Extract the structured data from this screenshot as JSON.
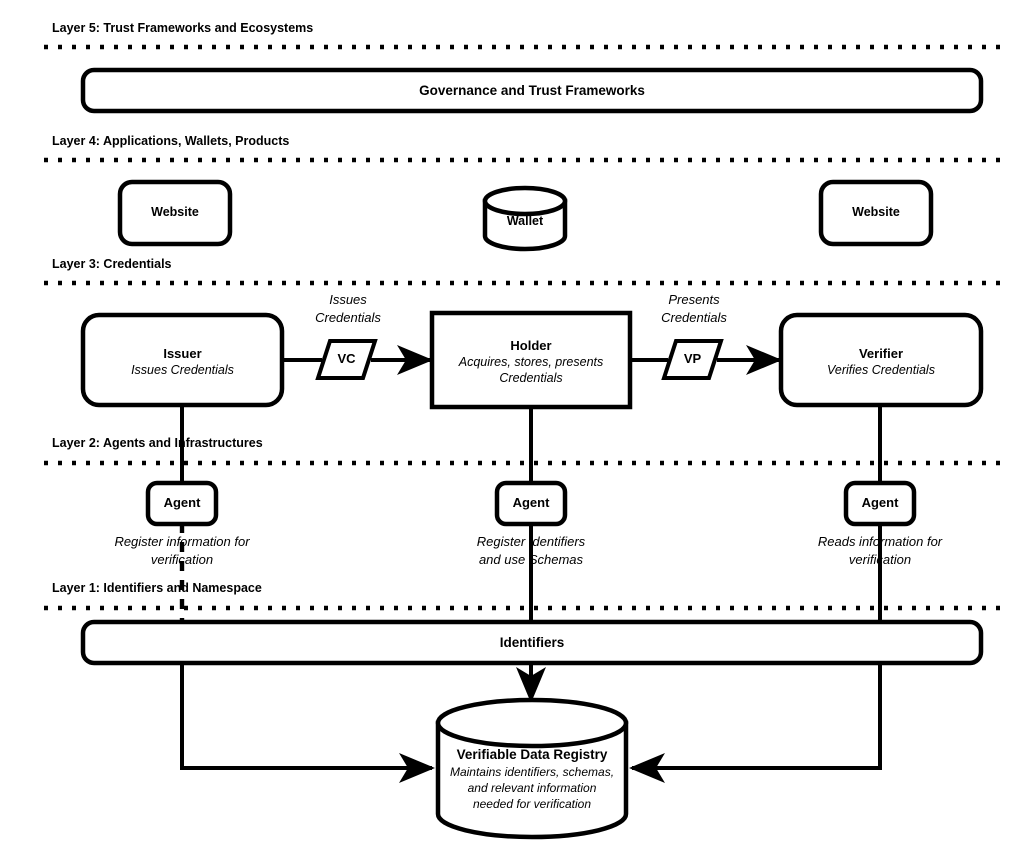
{
  "diagram": {
    "title": "Trust over IP / Verifiable Credentials Layered Architecture",
    "colors": {
      "stroke": "#000000",
      "fill": "#ffffff",
      "background": "#ffffff"
    },
    "layers": [
      {
        "id": "layer5",
        "label": "Layer 5: Trust Frameworks and Ecosystems"
      },
      {
        "id": "layer4",
        "label": "Layer 4: Applications, Wallets, Products"
      },
      {
        "id": "layer3",
        "label": "Layer 3: Credentials"
      },
      {
        "id": "layer2",
        "label": "Layer 2: Agents and Infrastructures"
      },
      {
        "id": "layer1",
        "label": "Layer 1: Identifiers and Namespace"
      }
    ],
    "nodes": {
      "governance": {
        "label": "Governance and Trust Frameworks",
        "shape": "rounded-rect"
      },
      "website_left": {
        "label": "Website",
        "shape": "rounded-rect"
      },
      "wallet": {
        "label": "Wallet",
        "shape": "cylinder"
      },
      "website_right": {
        "label": "Website",
        "shape": "rounded-rect"
      },
      "issuer": {
        "label": "Issuer",
        "sublabel": "Issues Credentials",
        "shape": "rounded-rect"
      },
      "holder": {
        "label": "Holder",
        "sublabel": "Acquires, stores, presents Credentials",
        "sublabel_line1": "Acquires, stores, presents",
        "sublabel_line2": "Credentials",
        "shape": "rect"
      },
      "verifier": {
        "label": "Verifier",
        "sublabel": "Verifies Credentials",
        "shape": "rounded-rect"
      },
      "vc": {
        "label": "VC",
        "shape": "parallelogram"
      },
      "vp": {
        "label": "VP",
        "shape": "parallelogram"
      },
      "agent_left": {
        "label": "Agent",
        "shape": "rounded-rect"
      },
      "agent_center": {
        "label": "Agent",
        "shape": "rounded-rect"
      },
      "agent_right": {
        "label": "Agent",
        "shape": "rounded-rect"
      },
      "identifiers": {
        "label": "Identifiers",
        "shape": "rounded-rect"
      },
      "registry": {
        "label": "Verifiable Data Registry",
        "sublabel_line1": "Maintains identifiers, schemas,",
        "sublabel_line2": "and relevant information",
        "sublabel_line3": "needed for verification",
        "shape": "cylinder"
      }
    },
    "edge_labels": {
      "issues_credentials_line1": "Issues",
      "issues_credentials_line2": "Credentials",
      "presents_credentials_line1": "Presents",
      "presents_credentials_line2": "Credentials",
      "register_info_line1": "Register information for",
      "register_info_line2": "verification",
      "register_identifiers_line1": "Register Identifiers",
      "register_identifiers_line2": "and use Schemas",
      "reads_info_line1": "Reads information for",
      "reads_info_line2": "verification"
    }
  }
}
